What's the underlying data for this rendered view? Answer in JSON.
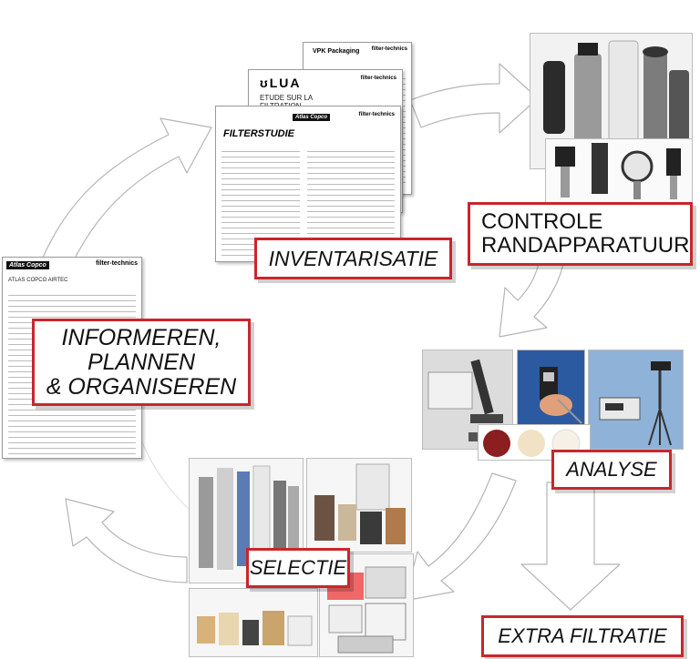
{
  "steps": [
    {
      "id": "informeren",
      "lines": [
        "INFORMEREN,",
        "PLANNEN",
        "& ORGANISEREN"
      ]
    },
    {
      "id": "inventarisatie",
      "lines": [
        "INVENTARISATIE"
      ]
    },
    {
      "id": "controle",
      "lines": [
        "CONTROLE",
        "RANDAPPARATUUR"
      ]
    },
    {
      "id": "analyse",
      "lines": [
        "ANALYSE"
      ]
    },
    {
      "id": "extra",
      "lines": [
        "EXTRA FILTRATIE"
      ]
    },
    {
      "id": "selectie",
      "lines": [
        "SELECTIE"
      ]
    }
  ],
  "documents": {
    "filterstudie_title": "FILTERSTUDIE",
    "etude_title": "ETUDE SUR LA FILTRATION",
    "vpk_logo": "VPK Packaging",
    "filter_technics": "filter-technics",
    "atlas_copco": "Atlas Copco",
    "atlas_copco_address": "ATLAS COPCO AIRTEC"
  },
  "colors": {
    "accent": "#c8262d",
    "arrow_stroke": "#b5b5b5",
    "arrow_fill": "#ffffff"
  },
  "icons": [
    "cycle-arrow",
    "filter-element-photo",
    "microscope-photo",
    "measuring-device-photo",
    "filter-cartridges-photo",
    "panel-filters-photo"
  ]
}
